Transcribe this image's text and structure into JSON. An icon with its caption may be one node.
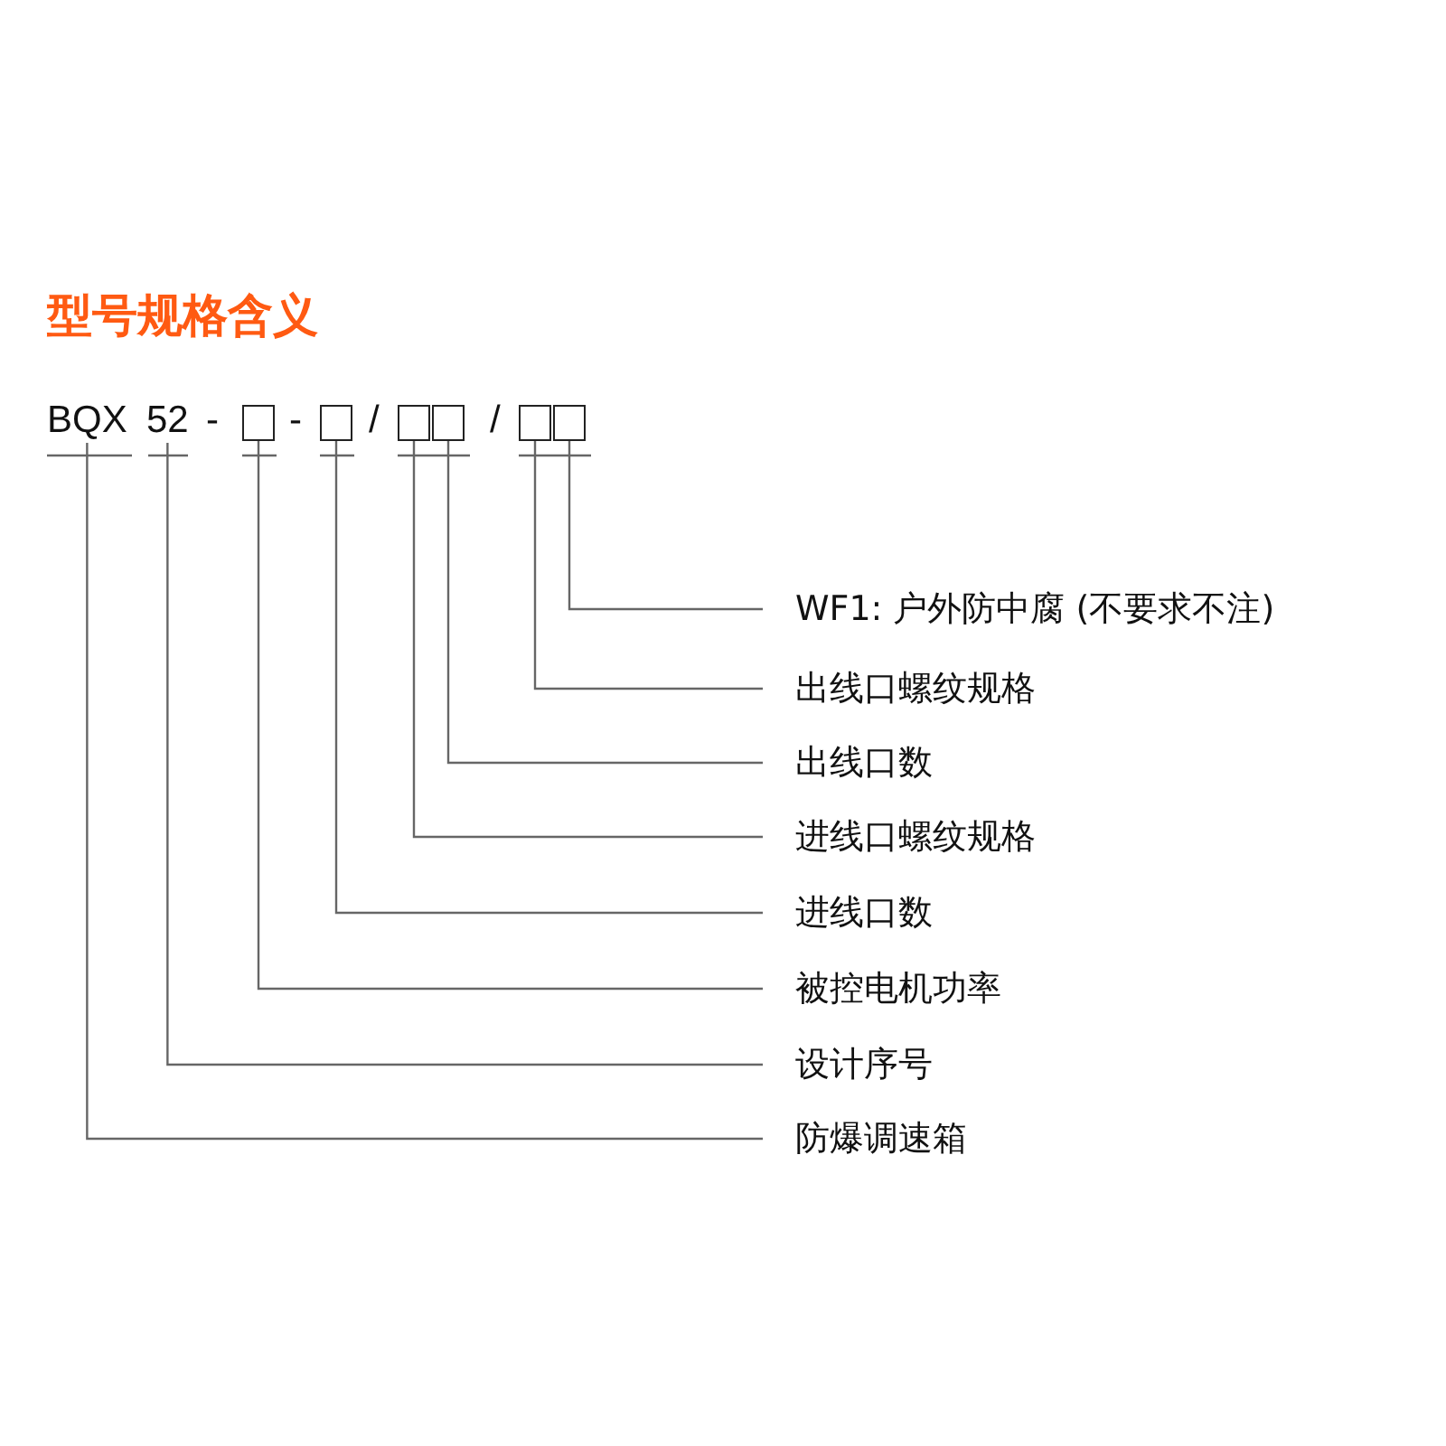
{
  "diagram": {
    "title": "型号规格含义",
    "nodes": [
      {
        "text": [
          "BQX"
        ]
      },
      {
        "text": [
          "52"
        ]
      },
      {
        "text": [],
        "shape": "box"
      },
      {
        "text": [],
        "shape": "box"
      },
      {
        "text": [],
        "shape": "box"
      },
      {
        "text": [],
        "shape": "box"
      },
      {
        "text": [],
        "shape": "box"
      },
      {
        "text": [],
        "shape": "box"
      },
      {
        "text": [
          "WF1: 户外防中腐 (不要求不注)"
        ]
      },
      {
        "text": [
          "出线口螺纹规格"
        ]
      },
      {
        "text": [
          "出线口数"
        ]
      },
      {
        "text": [
          "进线口螺纹规格"
        ]
      },
      {
        "text": [
          "进线口数"
        ]
      },
      {
        "text": [
          "被控电机功率"
        ]
      },
      {
        "text": [
          "设计序号"
        ]
      },
      {
        "text": [
          "防爆调速箱"
        ]
      }
    ],
    "edges": [
      {
        "from": 7,
        "to": 8,
        "arrow": "none"
      },
      {
        "from": 6,
        "to": 9,
        "arrow": "none"
      },
      {
        "from": 5,
        "to": 10,
        "arrow": "none"
      },
      {
        "from": 4,
        "to": 11,
        "arrow": "none"
      },
      {
        "from": 3,
        "to": 12,
        "arrow": "none"
      },
      {
        "from": 2,
        "to": 13,
        "arrow": "none"
      },
      {
        "from": 1,
        "to": 14,
        "arrow": "none"
      },
      {
        "from": 0,
        "to": 15,
        "arrow": "none"
      }
    ],
    "labels": [
      "-",
      "-",
      "/",
      "/"
    ]
  }
}
